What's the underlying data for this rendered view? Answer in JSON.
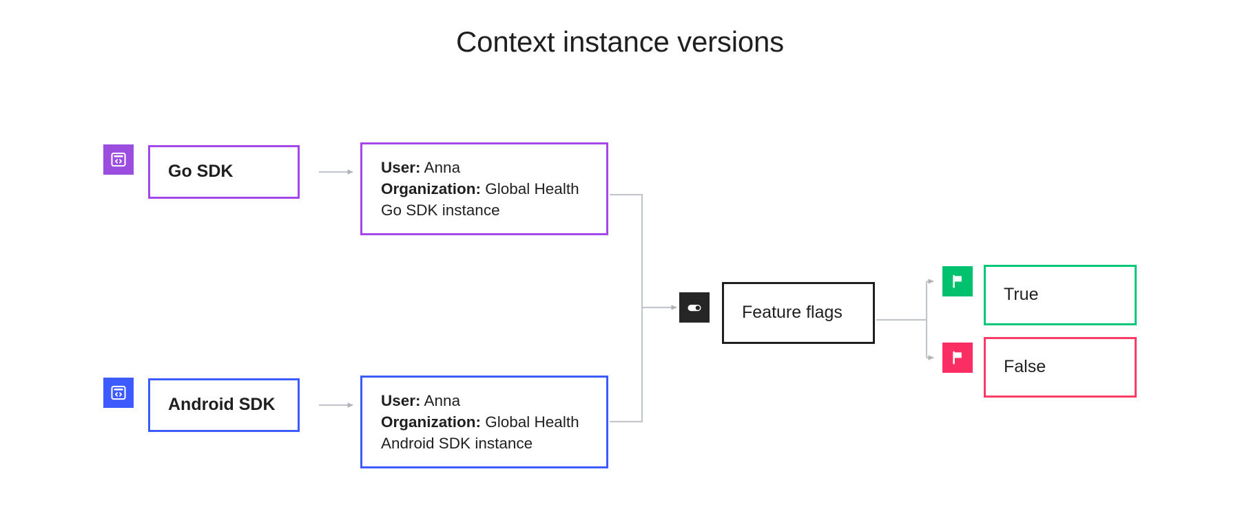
{
  "page": {
    "title": "Context instance versions",
    "background": "#ffffff"
  },
  "colors": {
    "purple": "#a347e8",
    "purple_tile": "#9b4de0",
    "blue": "#3d5afe",
    "black": "#1f1f1f",
    "green": "#00c878",
    "green_tile": "#00c16e",
    "pink": "#fb3b64",
    "pink_tile": "#fb2e63",
    "connector": "#b8bcc0",
    "text": "#1f1f1f"
  },
  "diagram": {
    "sdks": [
      {
        "id": "go-sdk",
        "icon": "code-window-icon",
        "icon_color": "#9b4de0",
        "border_color": "#a347e8",
        "label": "Go SDK",
        "instance": {
          "id": "go-sdk-instance",
          "border_color": "#a347e8",
          "lines": [
            {
              "key": "User:",
              "value": " Anna"
            },
            {
              "key": "Organization:",
              "value": " Global Health"
            },
            {
              "key": "",
              "value": "Go SDK instance"
            }
          ]
        }
      },
      {
        "id": "android-sdk",
        "icon": "code-window-icon",
        "icon_color": "#3d5afe",
        "border_color": "#3d5afe",
        "label": "Android SDK",
        "instance": {
          "id": "android-sdk-instance",
          "border_color": "#3d5afe",
          "lines": [
            {
              "key": "User:",
              "value": " Anna"
            },
            {
              "key": "Organization:",
              "value": " Global Health"
            },
            {
              "key": "",
              "value": "Android SDK instance"
            }
          ]
        }
      }
    ],
    "evaluator": {
      "id": "feature-flags",
      "icon": "toggle-icon",
      "icon_color": "#262626",
      "border_color": "#1f1f1f",
      "label": "Feature flags"
    },
    "outcomes": [
      {
        "id": "outcome-true",
        "icon": "flag-icon",
        "icon_color": "#00c16e",
        "border_color": "#00c878",
        "label": "True"
      },
      {
        "id": "outcome-false",
        "icon": "flag-icon",
        "icon_color": "#fb2e63",
        "border_color": "#fb3b64",
        "label": "False"
      }
    ]
  }
}
